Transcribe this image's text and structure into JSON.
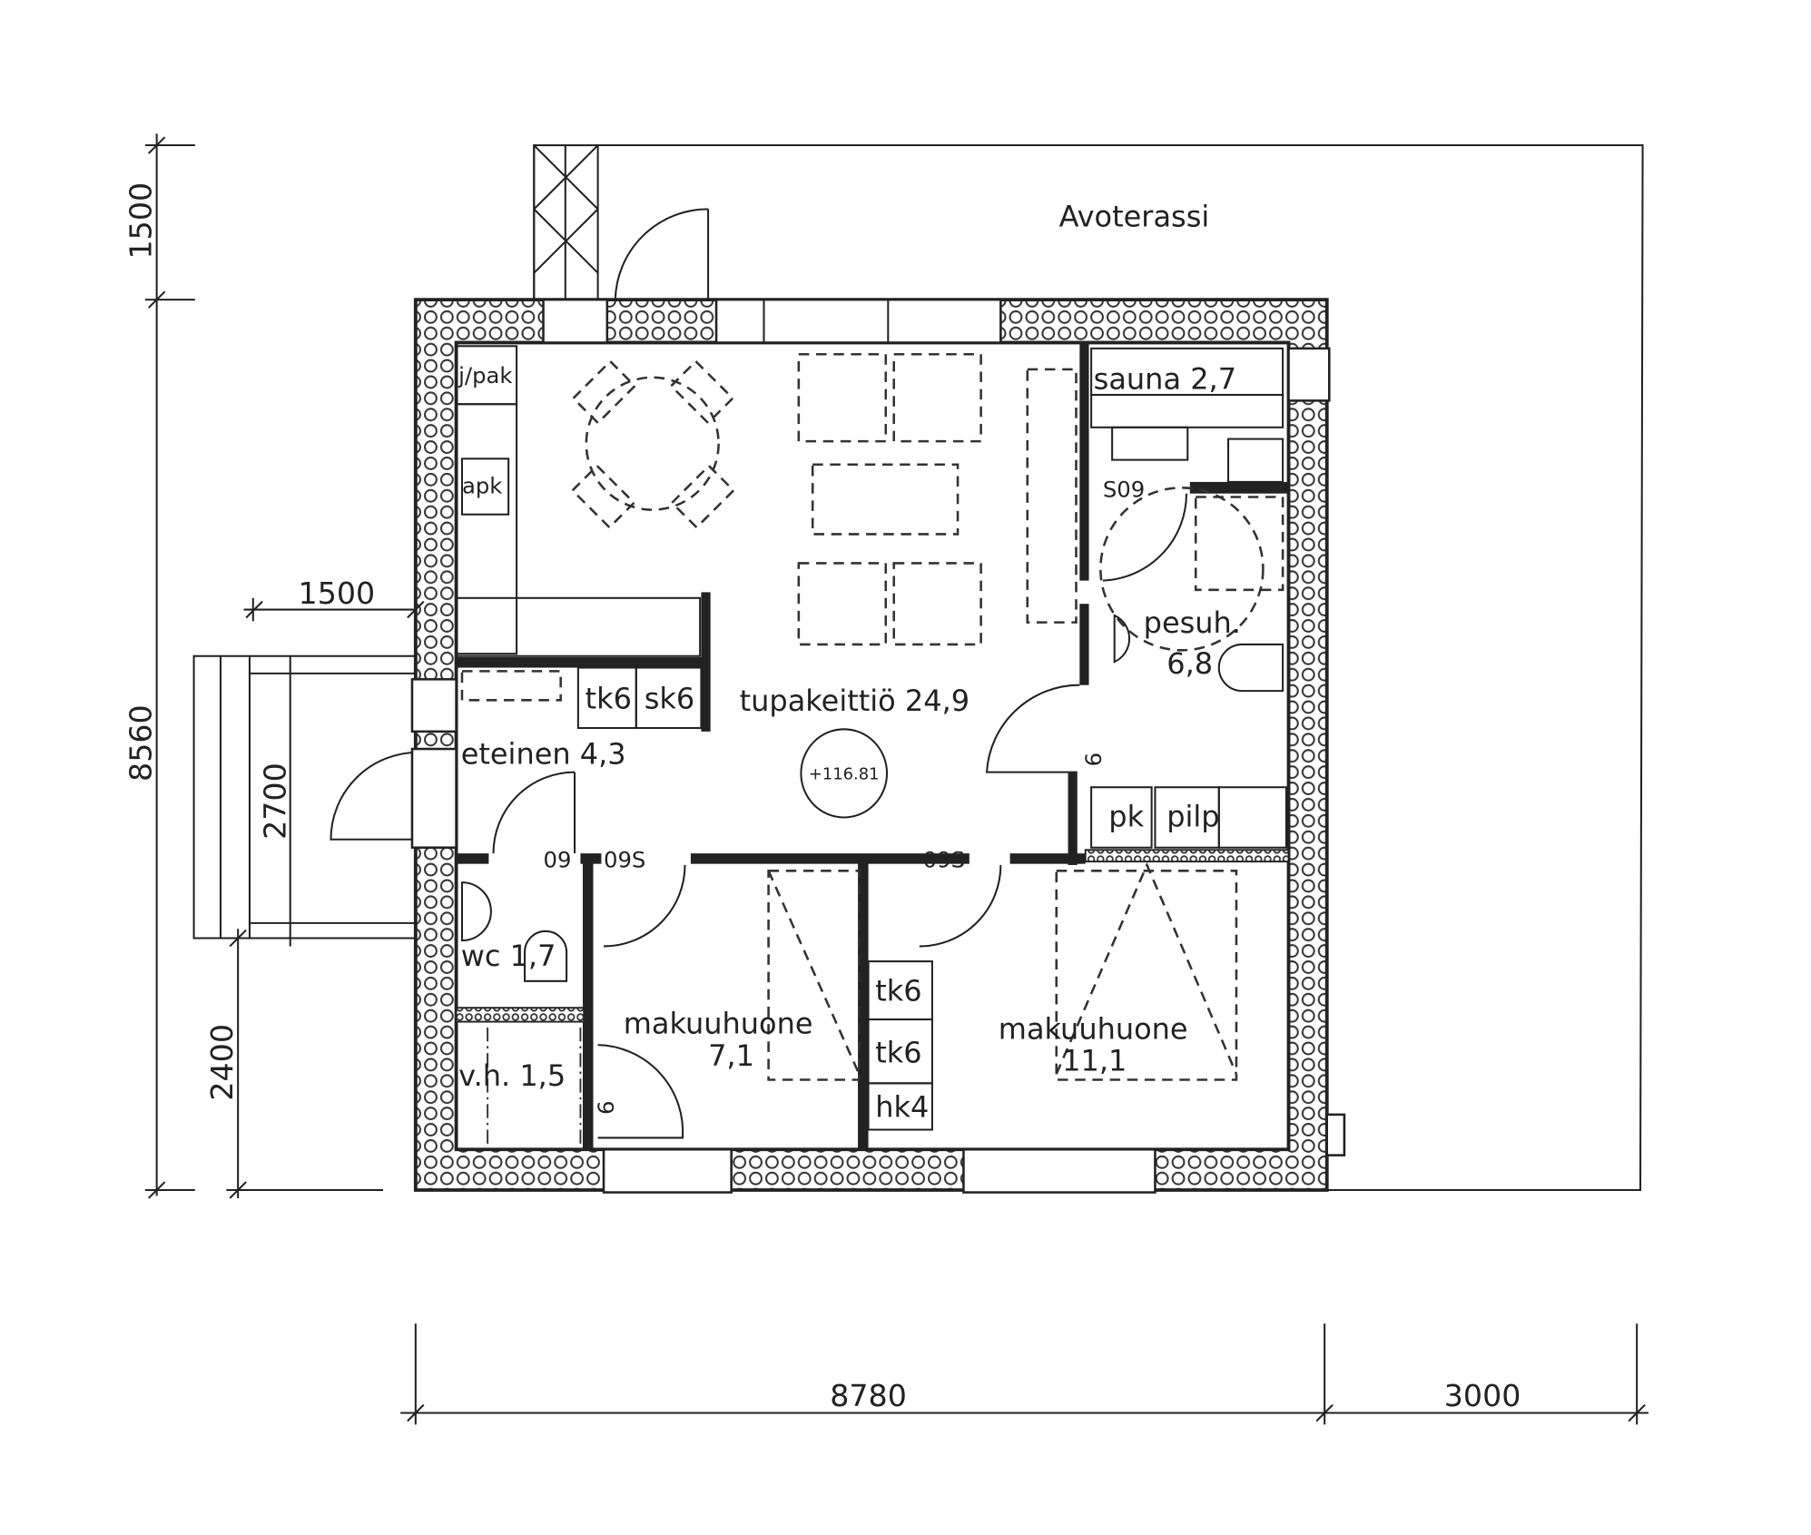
{
  "title": "Floor plan",
  "terrace_label": "Avoterassi",
  "rooms": {
    "tupakeittio": "tupakeittiö  24,9",
    "sauna": "sauna  2,7",
    "pesuh_name": "pesuh.",
    "pesuh_area": "6,8",
    "eteinen": "eteinen  4,3",
    "wc": "wc  1,7",
    "vh": "v.h.  1,5",
    "makuu1_name": "makuuhuone",
    "makuu1_area": "7,1",
    "makuu2_name": "makuuhuone",
    "makuu2_area": "11,1"
  },
  "elevation": "+116.81",
  "fixtures": {
    "jpak": "j/pak",
    "apk": "apk",
    "tk6_kitchen": "tk6",
    "sk6": "sk6",
    "pk": "pk",
    "pilp": "pilp",
    "tk6_a": "tk6",
    "tk6_b": "tk6",
    "hk4": "hk4"
  },
  "doors": {
    "s09": "S09",
    "d09_eteinen": "09",
    "d09s_1": "09S",
    "d09s_2": "09S",
    "d9_pesuh": "9",
    "d9_vh": "9"
  },
  "dimensions": {
    "left_top": "1500",
    "left_total": "8560",
    "left_bottom": "2400",
    "porch_width": "1500",
    "porch_length": "2700",
    "bottom_house": "8780",
    "bottom_terrace": "3000"
  }
}
